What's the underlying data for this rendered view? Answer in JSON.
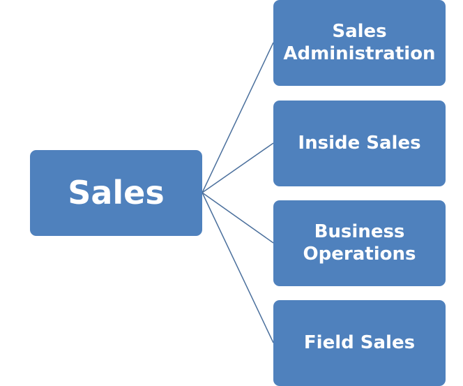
{
  "diagram": {
    "root": {
      "label": "Sales"
    },
    "children": [
      {
        "label": "Sales\nAdministration"
      },
      {
        "label": "Inside Sales"
      },
      {
        "label": "Business\nOperations"
      },
      {
        "label": "Field Sales"
      }
    ]
  },
  "colors": {
    "box_fill": "#4f81bd",
    "box_text": "#ffffff",
    "connector": "#4a6f9c"
  }
}
